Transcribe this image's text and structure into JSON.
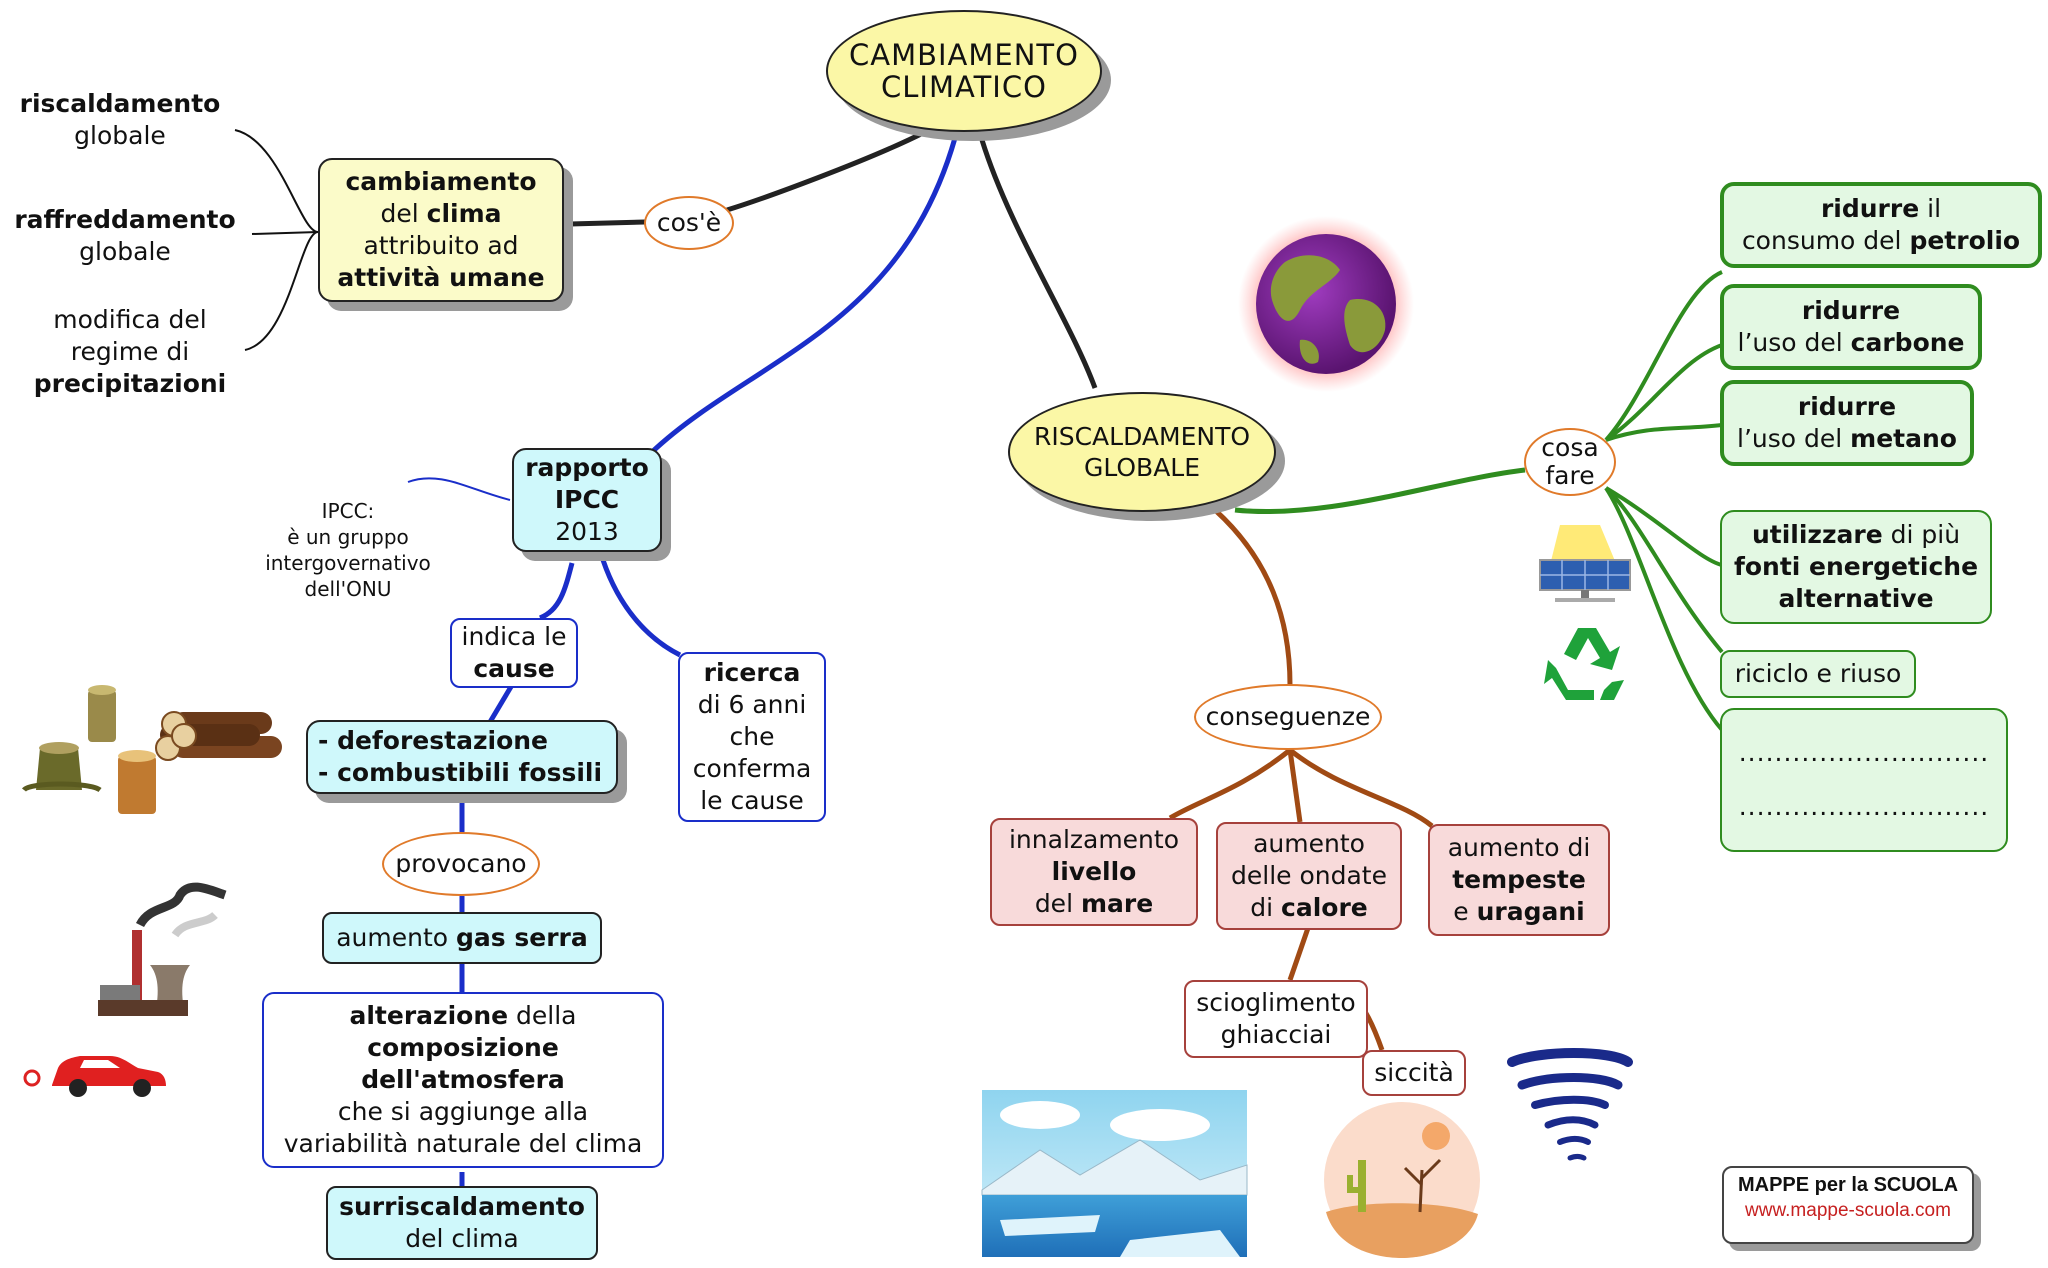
{
  "title": {
    "line1": "CAMBIAMENTO",
    "line2": "CLIMATICO"
  },
  "left_terms": {
    "t1_bold": "riscaldamento",
    "t1_rest": "globale",
    "t2_bold": "raffreddamento",
    "t2_rest": "globale",
    "t3_l1": "modifica del",
    "t3_l2": "regime di",
    "t3_bold": "precipitazioni"
  },
  "definition": {
    "l1_bold": "cambiamento",
    "l2_pre": "del ",
    "l2_bold": "clima",
    "l3": "attribuito ad",
    "l4_bold": "attività umane"
  },
  "link_cose": "cos'è",
  "ipcc": {
    "l1": "rapporto",
    "l2": "IPCC",
    "l3": "2013"
  },
  "ipcc_note": {
    "l1": "IPCC:",
    "l2": "è un gruppo",
    "l3": "intergovernativo",
    "l4": "dell'ONU"
  },
  "indica": {
    "l1": "indica le",
    "l2_bold": "cause"
  },
  "ricerca": {
    "l1_bold": "ricerca",
    "l2": "di 6 anni",
    "l3": "che",
    "l4": "conferma",
    "l5": "le cause"
  },
  "causes": {
    "l1": "- deforestazione",
    "l2": "- combustibili fossili"
  },
  "provocano": "provocano",
  "gas": {
    "pre": "aumento ",
    "bold": "gas serra"
  },
  "alterazione": {
    "l1_bold": "alterazione",
    "l1_rest": " della",
    "l2_bold": "composizione",
    "l3_bold": "dell'atmosfera",
    "l4": "che si aggiunge alla",
    "l5": "variabilità naturale del clima"
  },
  "surriscaldamento": {
    "l1_bold": "surriscaldamento",
    "l2": "del clima"
  },
  "riscaldamento": {
    "line1": "RISCALDAMENTO",
    "line2": "GLOBALE"
  },
  "cosa_fare": {
    "l1": "cosa",
    "l2": "fare"
  },
  "actions": {
    "a1_bold": "ridurre",
    "a1_rest": " il",
    "a1_l2": "consumo del ",
    "a1_l2_bold": "petrolio",
    "a2_bold": "ridurre",
    "a2_l2": "l’uso del ",
    "a2_l2_bold": "carbone",
    "a3_bold": "ridurre",
    "a3_l2": "l’uso del ",
    "a3_l2_bold": "metano",
    "a4_bold": "utilizzare",
    "a4_rest": " di più",
    "a4_l2_bold": "fonti energetiche",
    "a4_l3_bold": "alternative",
    "a5": "riciclo e riuso",
    "a6_l1": "............................",
    "a6_l2": "............................"
  },
  "conseguenze": "conseguenze",
  "consequences": {
    "c1_l1": "innalzamento",
    "c1_l2_bold": "livello",
    "c1_l3": "del ",
    "c1_l3_bold": "mare",
    "c2_l1": "aumento",
    "c2_l2": "delle ondate",
    "c2_l3": "di ",
    "c2_l3_bold": "calore",
    "c3_l1": "aumento di",
    "c3_l2_bold": "tempeste",
    "c3_l3": "e ",
    "c3_l3_bold": "uragani",
    "c4_l1": "scioglimento",
    "c4_l2": "ghiacciai",
    "c5": "siccità"
  },
  "logo": {
    "line1": "MAPPE per la SCUOLA",
    "line2": "www.mappe-scuola.com"
  },
  "colors": {
    "blue": "#1a2ec9",
    "brown": "#a04a14",
    "green": "#2f8c1f",
    "dark": "#222222",
    "orange": "#e07a2a"
  },
  "icons": [
    "globe-icon",
    "solar-panel-icon",
    "recycle-icon",
    "tree-stumps-icon",
    "logs-icon",
    "factory-icon",
    "car-icon",
    "glacier-icon",
    "desert-icon",
    "tornado-icon"
  ]
}
